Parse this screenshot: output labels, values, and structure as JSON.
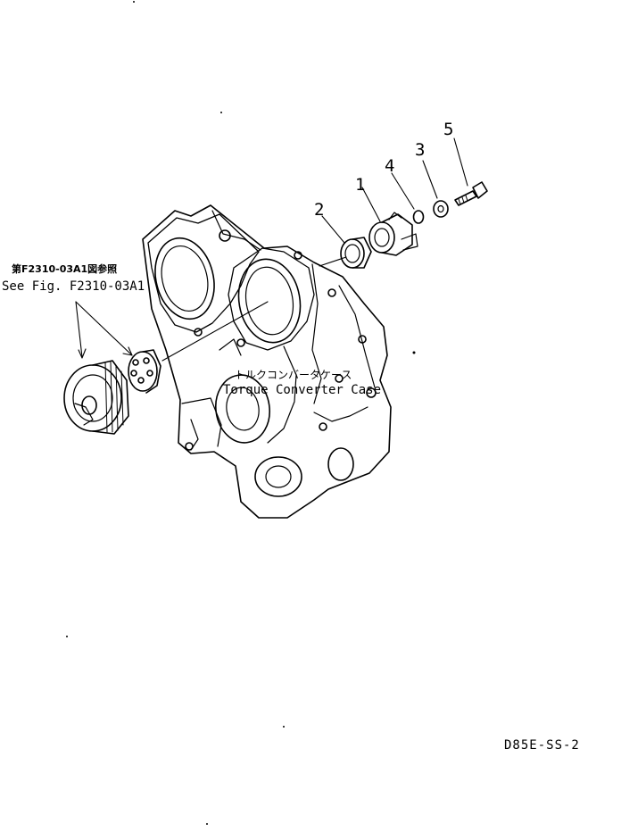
{
  "callouts": {
    "part_1": "1",
    "part_2": "2",
    "part_3": "3",
    "part_4": "4",
    "part_5": "5"
  },
  "reference_note": {
    "japanese": "第F2310-03A1図参照",
    "english": "See Fig. F2310-03A1"
  },
  "case_label": {
    "japanese": "トルクコンバータケース",
    "english": "Torque Converter Case"
  },
  "drawing_code": "D85E-SS-2",
  "colors": {
    "line": "#000000",
    "background": "#ffffff"
  }
}
